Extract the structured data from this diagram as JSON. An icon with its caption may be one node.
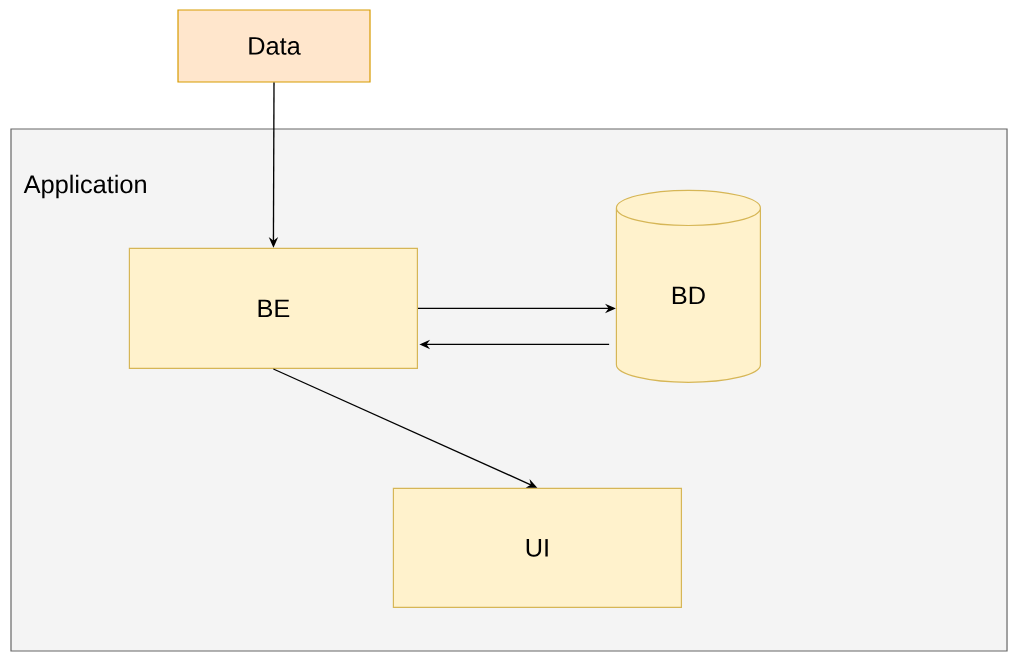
{
  "diagram": {
    "nodes": [
      {
        "text": [
          "Data"
        ]
      },
      {
        "text": [
          "Application"
        ]
      },
      {
        "text": [
          "BE"
        ],
        "in": 1
      },
      {
        "text": [
          "BD"
        ],
        "in": 1
      },
      {
        "text": [
          "UI"
        ],
        "in": 1
      }
    ],
    "edges": [
      {
        "from": 0,
        "to": 2,
        "arrow": "to"
      },
      {
        "from": 2,
        "to": 3,
        "arrow": "to"
      },
      {
        "from": 3,
        "to": 2,
        "arrow": "to"
      },
      {
        "from": 2,
        "to": 4,
        "arrow": "to"
      }
    ]
  }
}
